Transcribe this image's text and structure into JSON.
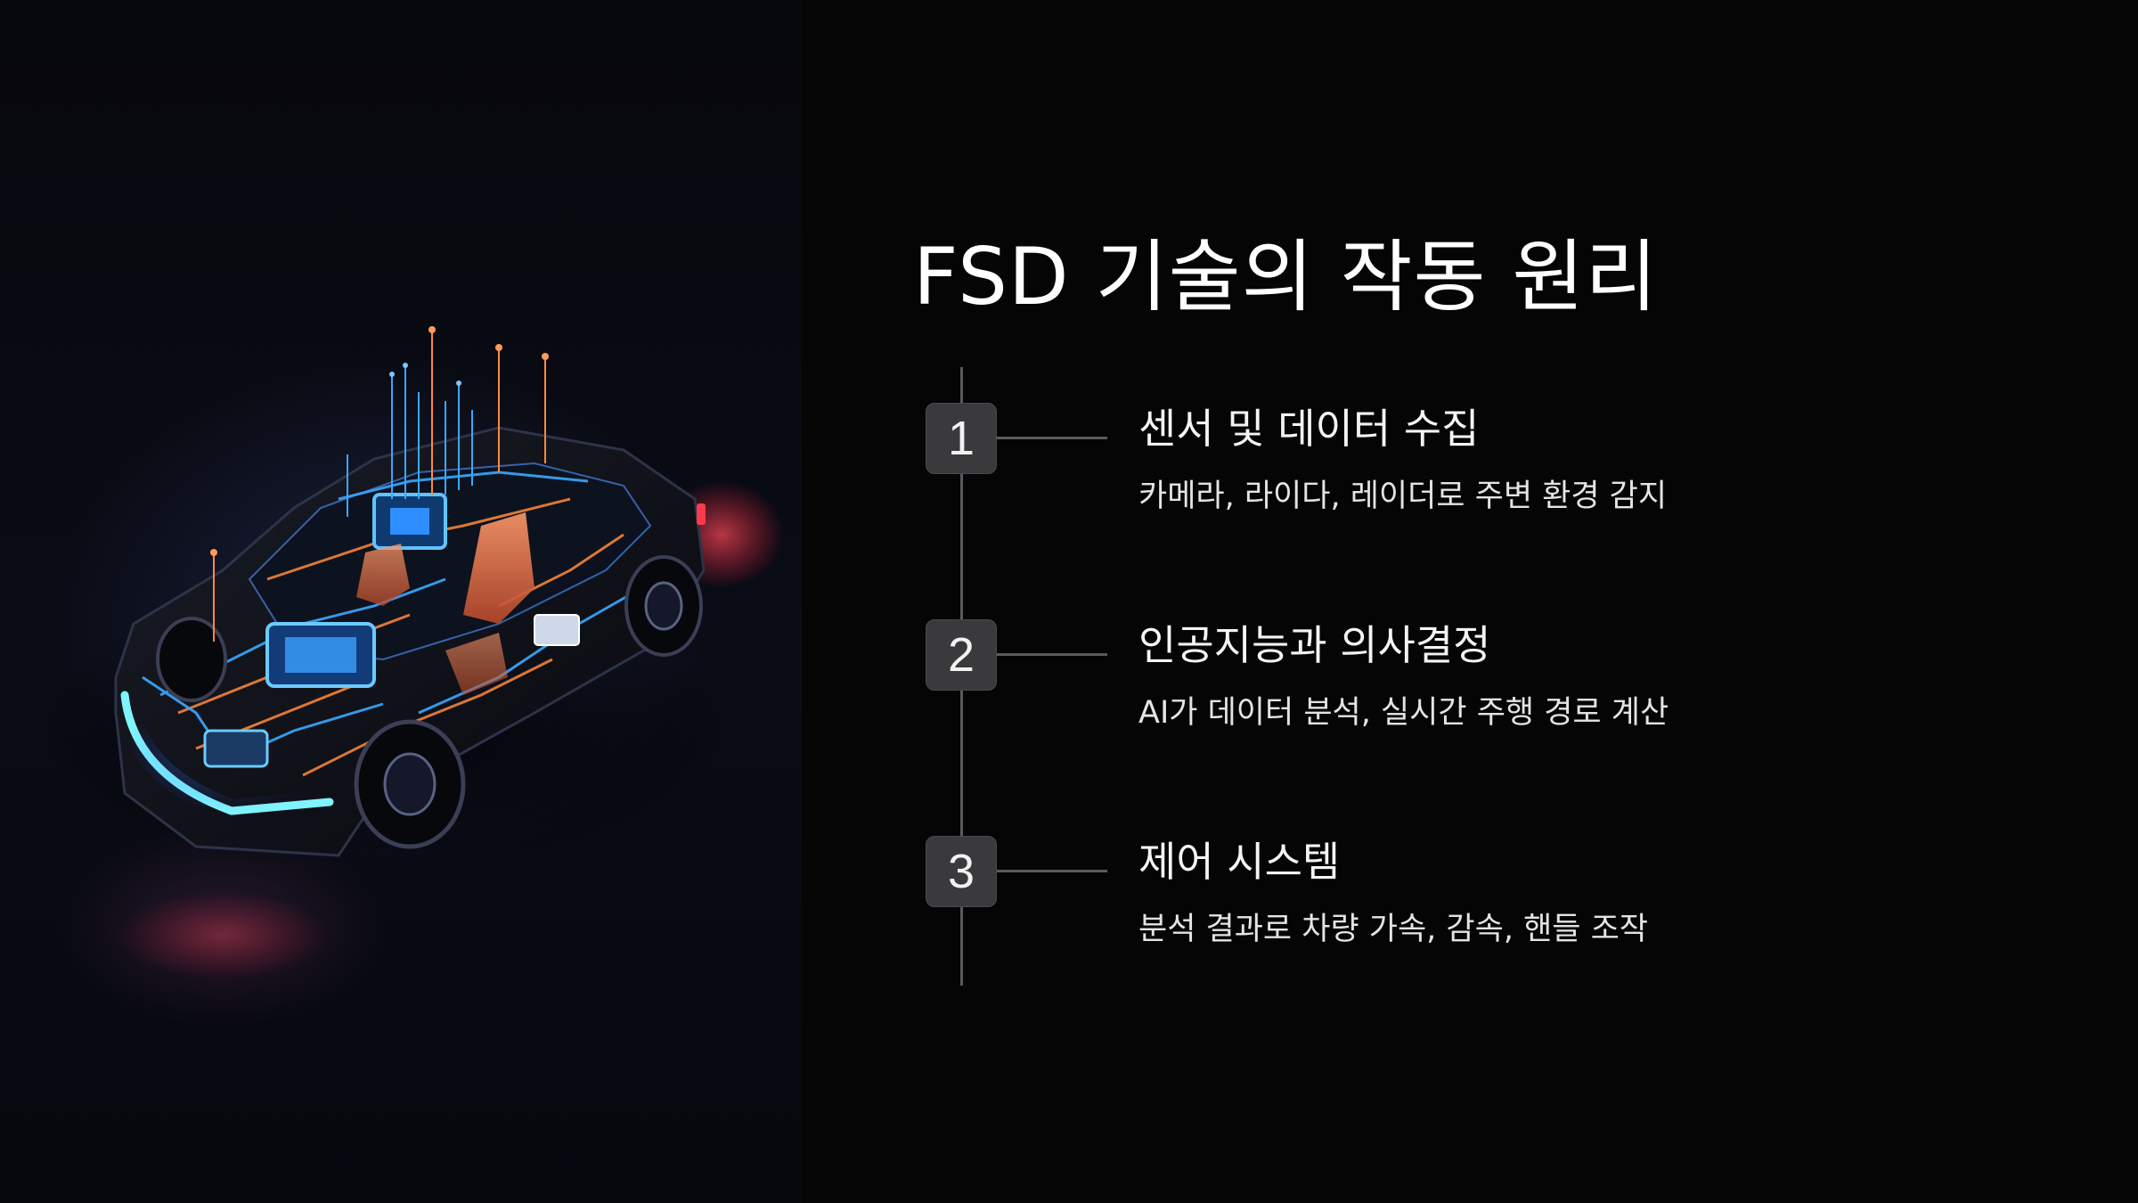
{
  "slide": {
    "title": "FSD 기술의 작동 원리"
  },
  "steps": [
    {
      "number": "1",
      "title": "센서 및 데이터 수집",
      "description": "카메라, 라이다, 레이더로 주변 환경 감지"
    },
    {
      "number": "2",
      "title": "인공지능과 의사결정",
      "description": "AI가 데이터 분석, 실시간 주행 경로 계산"
    },
    {
      "number": "3",
      "title": "제어 시스템",
      "description": "분석 결과로 차량 가속, 감속, 핸들 조작"
    }
  ],
  "colors": {
    "background": "#050506",
    "badge": "#3a3a3d",
    "timeline": "#5a5a5e",
    "neon_blue": "#3aa8ff",
    "neon_orange": "#ff8a3c"
  }
}
